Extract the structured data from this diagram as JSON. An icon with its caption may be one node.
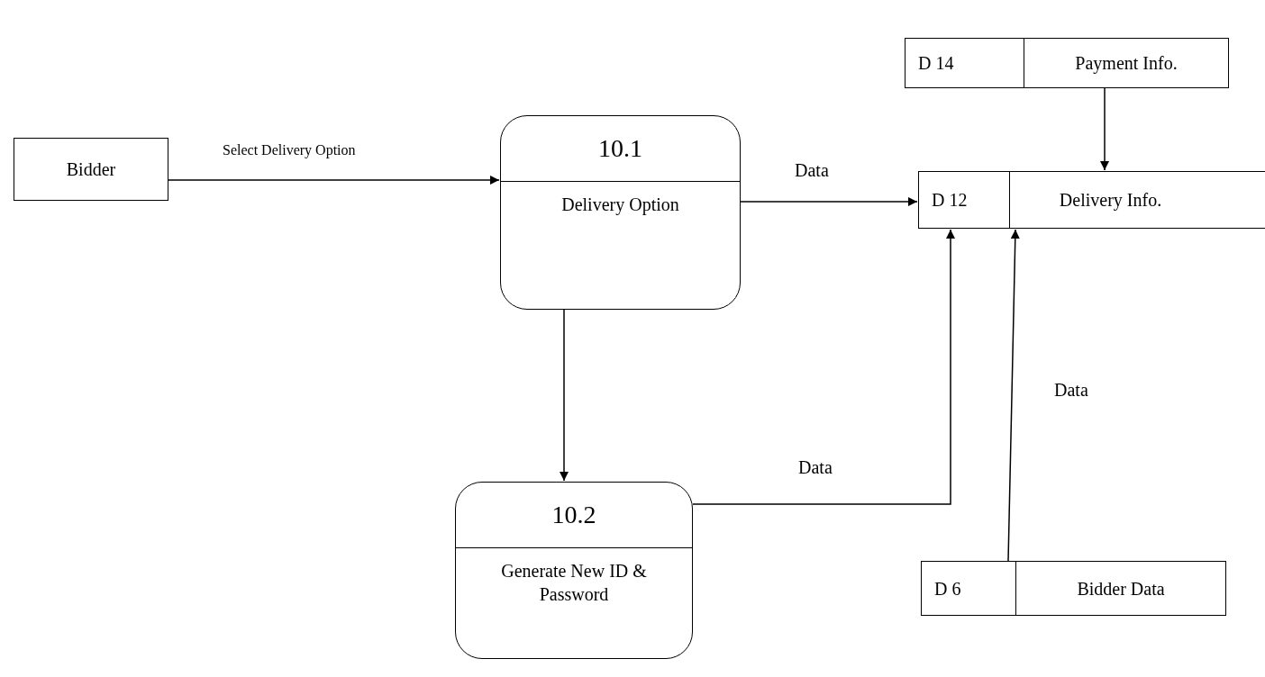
{
  "diagram": {
    "nodes": [
      {
        "text": [
          "Bidder"
        ]
      },
      {
        "text": [
          "10.1",
          "Delivery Option"
        ]
      },
      {
        "text": [
          "D 14",
          "Payment Info."
        ]
      },
      {
        "text": [
          "D 12",
          "Delivery Info."
        ]
      },
      {
        "text": [
          "10.2",
          "Generate New ID & Password"
        ]
      },
      {
        "text": [
          "D 6",
          "Bidder Data"
        ]
      }
    ],
    "edges": [
      {
        "from": 0,
        "to": 1,
        "arrow": "to",
        "label": "Select Delivery Option"
      },
      {
        "from": 1,
        "to": 3,
        "arrow": "to",
        "label": "Data"
      },
      {
        "from": 2,
        "to": 3,
        "arrow": "to"
      },
      {
        "from": 1,
        "to": 4,
        "arrow": "to"
      },
      {
        "from": 4,
        "to": 3,
        "arrow": "to",
        "label": "Data"
      },
      {
        "from": 5,
        "to": 3,
        "arrow": "to",
        "label": "Data"
      }
    ]
  }
}
